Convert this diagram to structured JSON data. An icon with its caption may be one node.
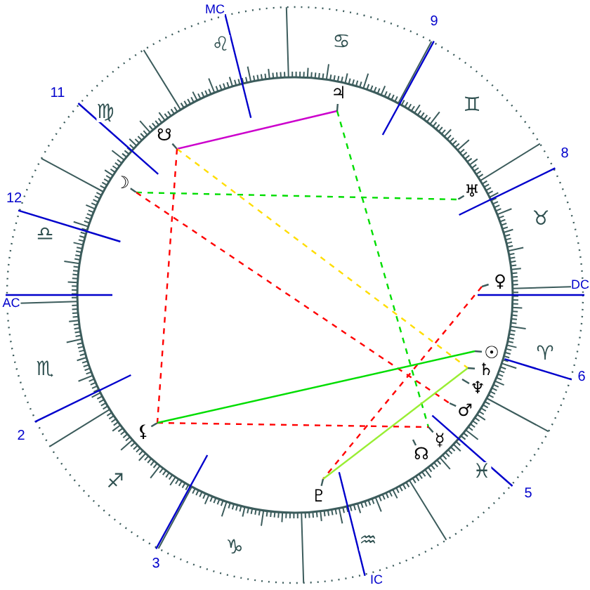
{
  "diagram": {
    "nodes": [
      {
        "text": [
          "♃"
        ]
      },
      {
        "text": [
          "☋"
        ]
      },
      {
        "text": [
          "☽"
        ]
      },
      {
        "text": [
          "♅"
        ]
      },
      {
        "text": [
          "♀"
        ]
      },
      {
        "text": [
          "☉"
        ]
      },
      {
        "text": [
          "♄"
        ]
      },
      {
        "text": [
          "♂"
        ]
      },
      {
        "text": [
          "⚸"
        ]
      },
      {
        "text": [
          "☿"
        ]
      },
      {
        "text": [
          "♇"
        ]
      }
    ],
    "edges": [
      {
        "from": 1,
        "to": 0,
        "arrow": "none",
        "color": "#cc00cc"
      },
      {
        "from": 1,
        "to": 6,
        "arrow": "none",
        "style": "dashed",
        "color": "#ffdd00"
      },
      {
        "from": 1,
        "to": 8,
        "arrow": "none",
        "style": "dashed",
        "color": "#ff0000"
      },
      {
        "from": 0,
        "to": 9,
        "arrow": "none",
        "style": "dashed",
        "color": "#00dd00"
      },
      {
        "from": 2,
        "to": 3,
        "arrow": "none",
        "style": "dashed",
        "color": "#00dd00"
      },
      {
        "from": 2,
        "to": 7,
        "arrow": "none",
        "style": "dashed",
        "color": "#ff0000"
      },
      {
        "from": 4,
        "to": 10,
        "arrow": "none",
        "style": "dashed",
        "color": "#ff0000"
      },
      {
        "from": 8,
        "to": 9,
        "arrow": "none",
        "style": "dashed",
        "color": "#ff0000"
      },
      {
        "from": 8,
        "to": 5,
        "arrow": "none",
        "color": "#00dd00"
      },
      {
        "from": 10,
        "to": 6,
        "arrow": "none",
        "color": "#99ee33"
      }
    ],
    "labels": [
      "MC",
      "9",
      "♌",
      "♋",
      "11",
      "♊",
      "♍",
      "8",
      "12",
      "♉",
      "♎",
      "DC",
      "AC",
      "♈",
      "♏",
      "6",
      "♆",
      "2",
      "☊",
      "♓",
      "♐",
      "5",
      "♒",
      "♑",
      "3",
      "IC"
    ]
  }
}
